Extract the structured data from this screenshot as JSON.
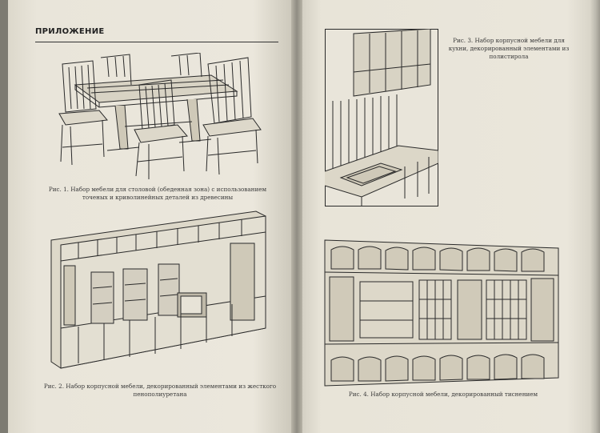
{
  "left_page": {
    "header": "ПРИЛОЖЕНИЕ",
    "fig1_caption": "Рис. 1. Набор мебели для столовой (обеденная зона) с использованием точеных и криволинейных деталей из древесины",
    "fig2_caption": "Рис. 2. Набор корпусной мебели, декорированный элементами из жесткого пенополиуретана"
  },
  "right_page": {
    "fig3_caption": "Рис. 3. Набор корпусной мебели для кухни, декорированный элементами из полистирола",
    "fig4_caption": "Рис. 4. Набор корпусной мебели, декорированный тиснением"
  }
}
